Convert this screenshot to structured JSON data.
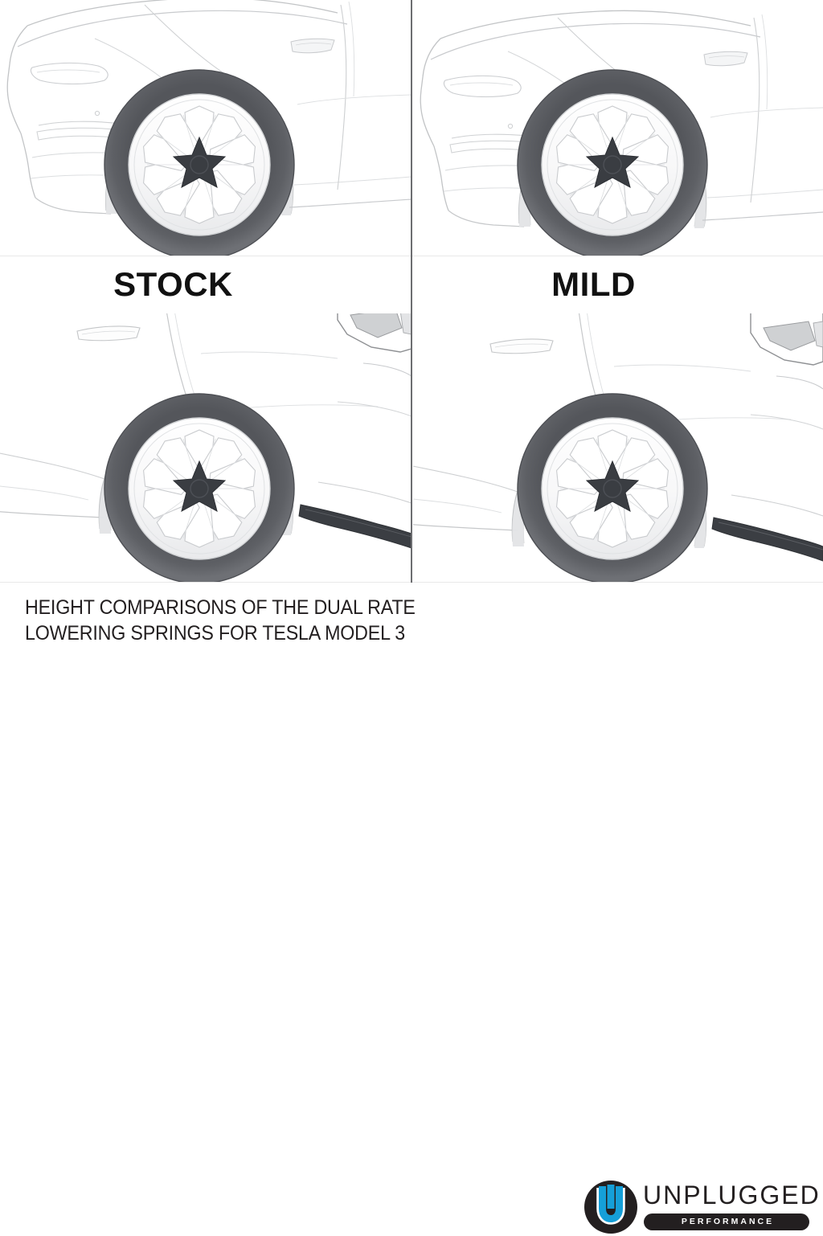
{
  "meta": {
    "background": "#ffffff",
    "line_color": "#b9bbbd",
    "tire_color": "#5a5c60",
    "wheel_color": "#fbfbfb",
    "cap_color": "#3a3d42",
    "divider_color": "#6d6e71",
    "text_color": "#231f20",
    "brand_blue": "#159fd8",
    "brand_dark": "#231f20"
  },
  "panels": [
    {
      "id": "top-left",
      "view": "front-quarter",
      "variant": "stock",
      "label": "STOCK"
    },
    {
      "id": "top-right",
      "view": "front-quarter",
      "variant": "mild",
      "label": "MILD"
    },
    {
      "id": "bottom-left",
      "view": "rear-quarter",
      "variant": "stock",
      "label": "STOCK"
    },
    {
      "id": "bottom-right",
      "view": "rear-quarter",
      "variant": "mild",
      "label": "MILD"
    }
  ],
  "labels": {
    "stock": "STOCK",
    "mild": "MILD"
  },
  "caption": {
    "line1": "HEIGHT COMPARISONS OF THE DUAL RATE",
    "line2": "LOWERING SPRINGS FOR TESLA MODEL 3"
  },
  "logo": {
    "wordmark": "UNPLUGGED",
    "tagline": "PERFORMANCE",
    "mark": "unplugged-u-emblem"
  }
}
